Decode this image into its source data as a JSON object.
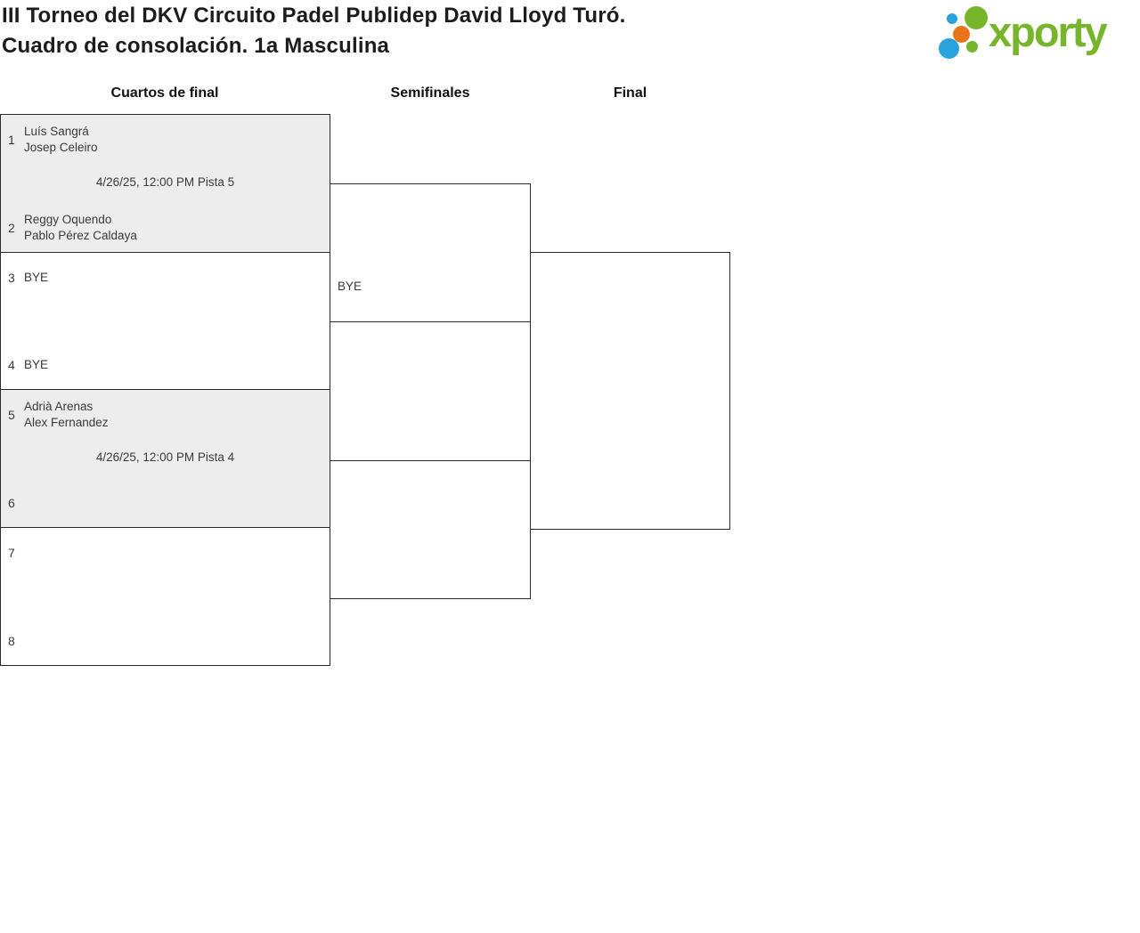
{
  "header": {
    "title_line1": "III Torneo del DKV Circuito Padel Publidep David Lloyd Turó.",
    "title_line2": "Cuadro de consolación. 1a Masculina",
    "logo_text": "xporty"
  },
  "columns": {
    "quarterfinals": "Cuartos de final",
    "semifinals": "Semifinales",
    "final": "Final"
  },
  "bracket": {
    "quarterfinals": [
      {
        "seed_top": "1",
        "team_top_player1": "Luís Sangrá",
        "team_top_player2": "Josep Celeiro",
        "schedule": "4/26/25, 12:00 PM Pista 5",
        "seed_bottom": "2",
        "team_bottom_player1": "Reggy Oquendo",
        "team_bottom_player2": "Pablo Pérez Caldaya"
      },
      {
        "seed_top": "3",
        "team_top_player1": "BYE",
        "team_top_player2": "",
        "schedule": "",
        "seed_bottom": "4",
        "team_bottom_player1": "BYE",
        "team_bottom_player2": ""
      },
      {
        "seed_top": "5",
        "team_top_player1": "Adrià Arenas",
        "team_top_player2": "Alex Fernandez",
        "schedule": "4/26/25, 12:00 PM Pista 4",
        "seed_bottom": "6",
        "team_bottom_player1": "",
        "team_bottom_player2": ""
      },
      {
        "seed_top": "7",
        "team_top_player1": "",
        "team_top_player2": "",
        "schedule": "",
        "seed_bottom": "8",
        "team_bottom_player1": "",
        "team_bottom_player2": ""
      }
    ],
    "semifinals": [
      {
        "team_top": "",
        "team_bottom": "BYE"
      },
      {
        "team_top": "",
        "team_bottom": ""
      }
    ],
    "final_match": {
      "team_top": "",
      "team_bottom": ""
    }
  },
  "colors": {
    "brand_green": "#77b62c",
    "brand_blue": "#2aa3dc",
    "brand_orange": "#e8751a",
    "scheduled_match_bg": "#ededed",
    "bracket_border": "#2b2b2b"
  }
}
